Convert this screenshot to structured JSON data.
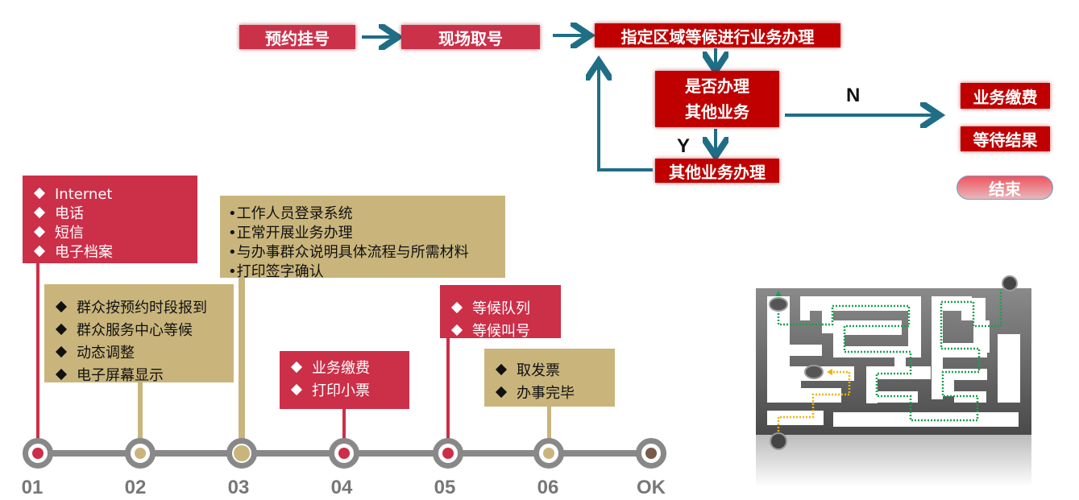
{
  "flow": {
    "step1": "预约挂号",
    "step2": "现场取号",
    "step3": "指定区域等候进行业务办理",
    "decision_line1": "是否办理",
    "decision_line2": "其他业务",
    "other": "其他业务办理",
    "yes": "Y",
    "no": "N",
    "pay": "业务缴费",
    "wait": "等待结果",
    "end": "结束"
  },
  "timeline": {
    "labels": [
      "01",
      "02",
      "03",
      "04",
      "05",
      "06",
      "OK"
    ],
    "box1": [
      "Internet",
      "电话",
      "短信",
      "电子档案"
    ],
    "box2": [
      "群众按预约时段报到",
      "群众服务中心等候",
      "动态调整",
      "电子屏幕显示"
    ],
    "box3": [
      "•工作人员登录系统",
      "•正常开展业务办理",
      "•与办事群众说明具体流程与所需材料",
      "•打印签字确认"
    ],
    "box4": [
      "业务缴费",
      "打印小票"
    ],
    "box5": [
      "等候队列",
      "等候叫号"
    ],
    "box6": [
      "取发票",
      "办事完毕"
    ]
  },
  "colors": {
    "red": "#cc314a",
    "dark_red": "#c00000",
    "tan": "#c9b57c",
    "arrow": "#1f6e86",
    "track": "#888888"
  }
}
